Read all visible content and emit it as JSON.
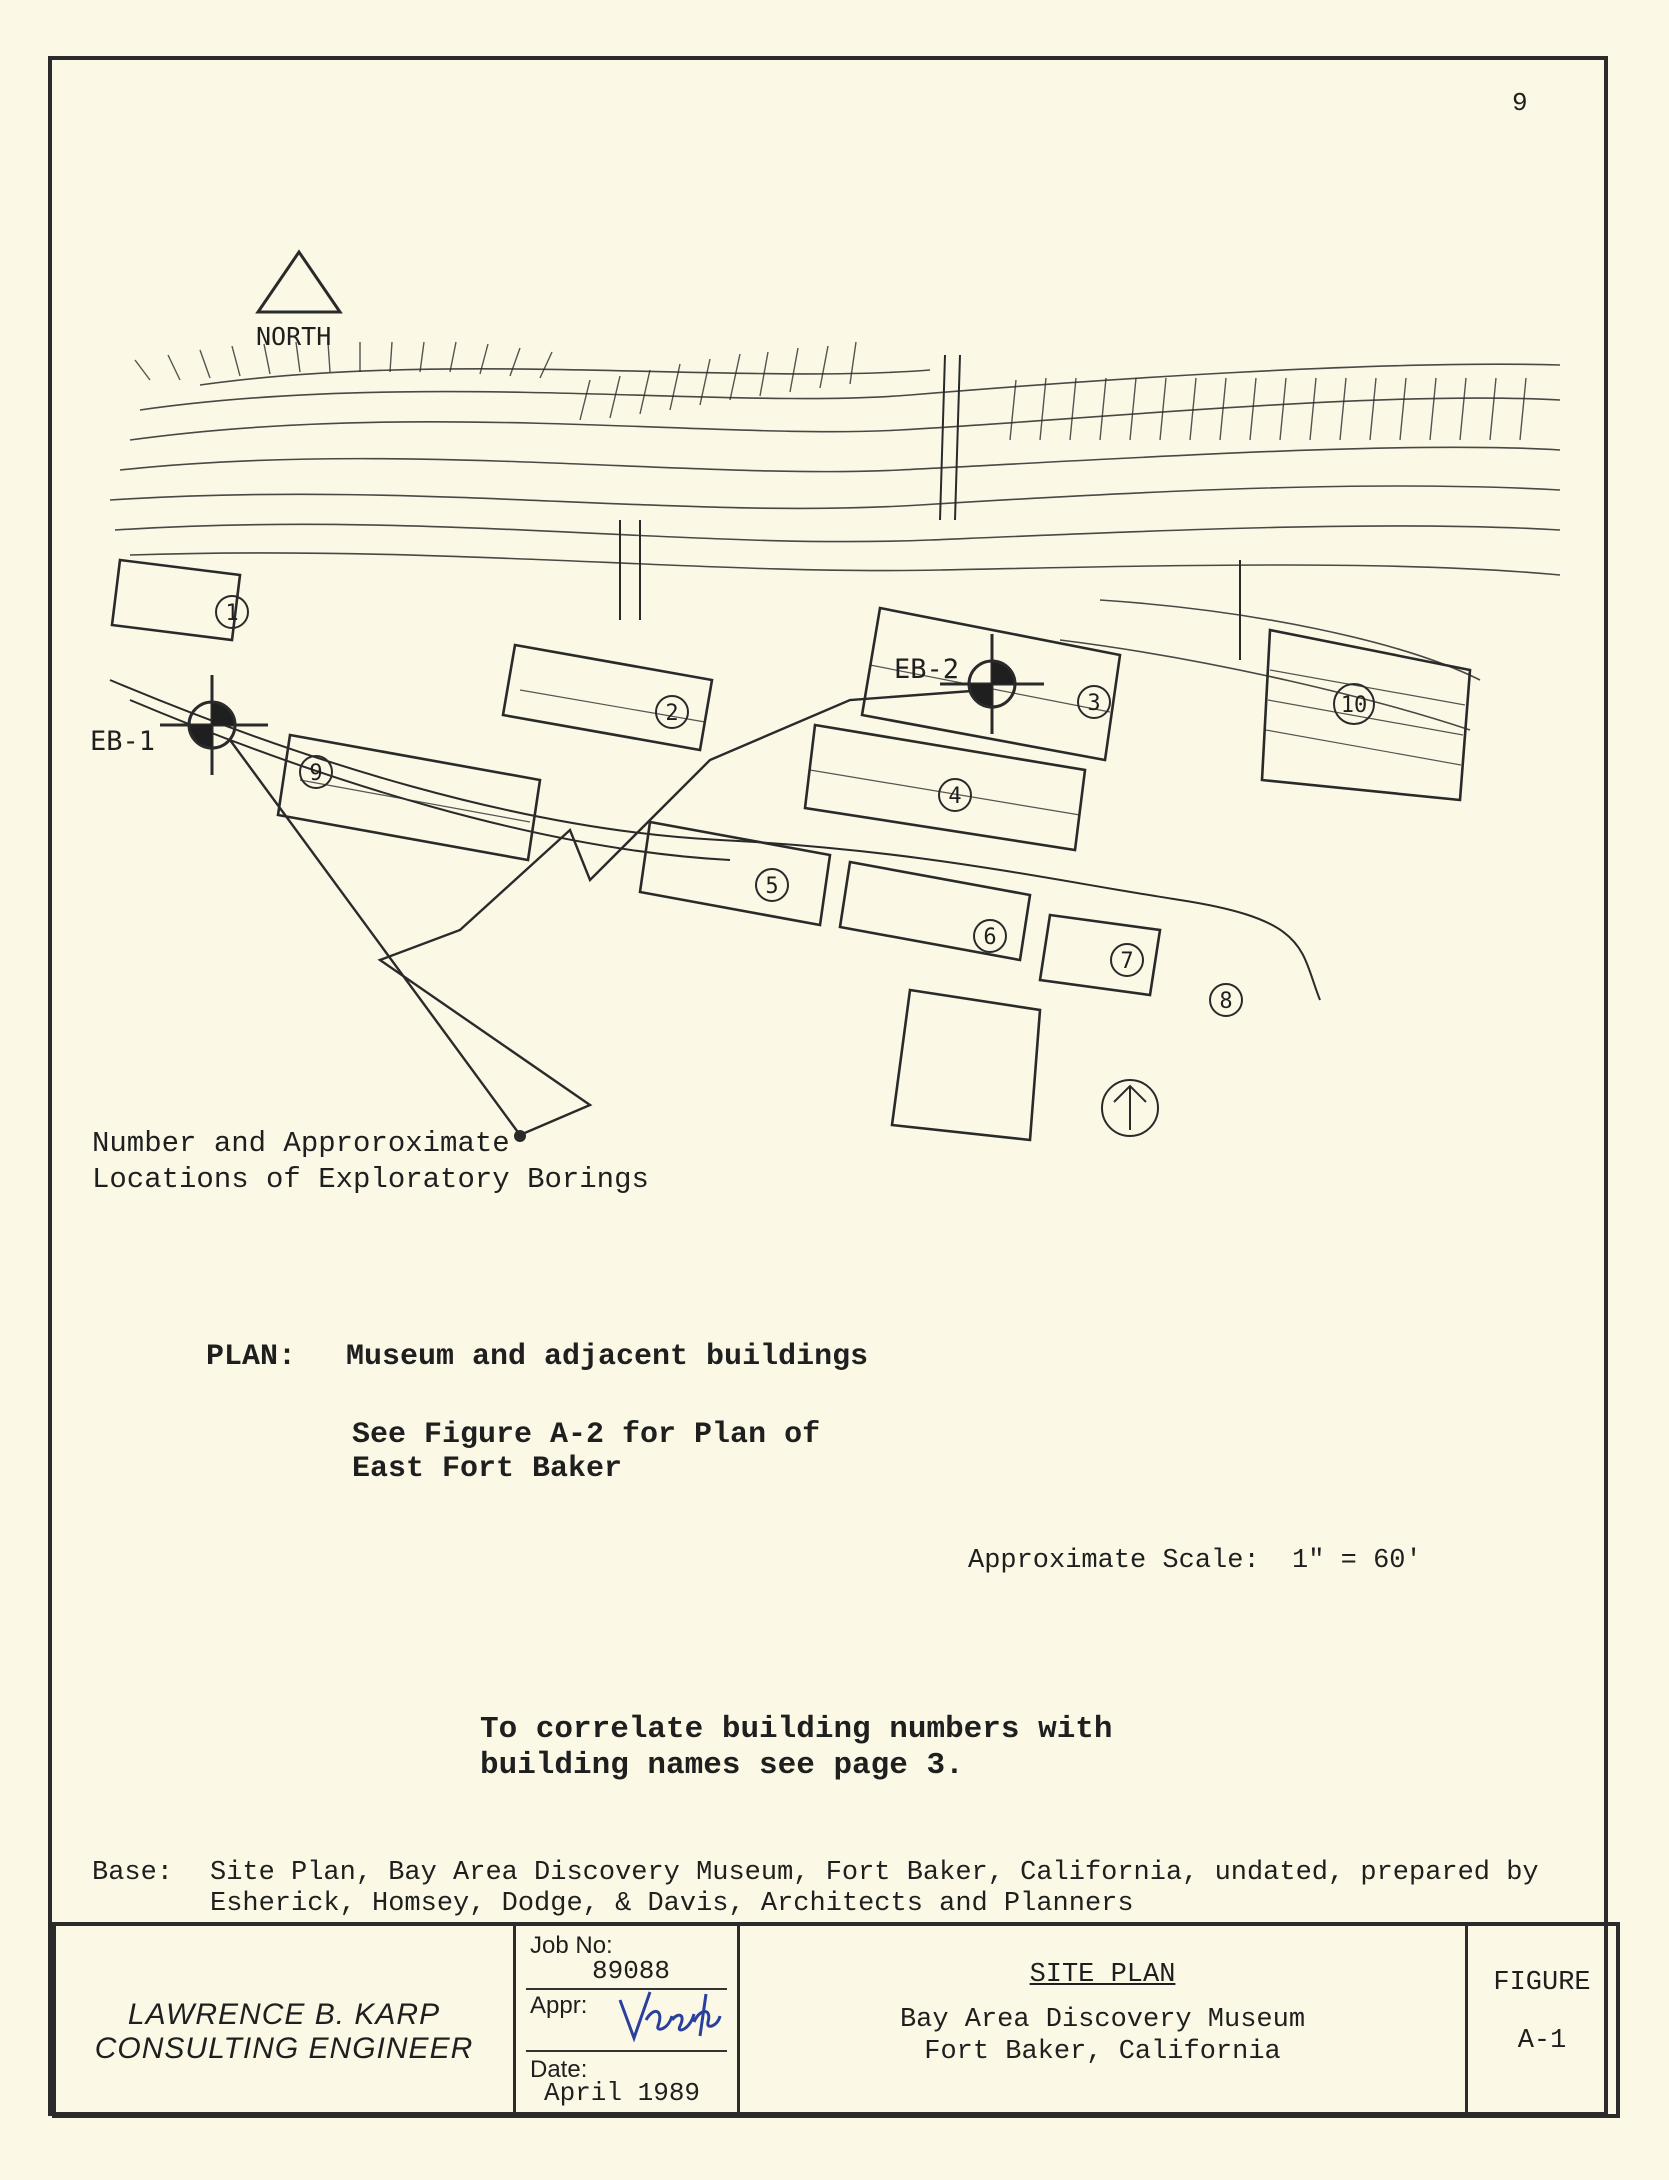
{
  "page_number": "9",
  "north_label": "NORTH",
  "borings": [
    {
      "id": "EB-1"
    },
    {
      "id": "EB-2"
    }
  ],
  "building_numbers": [
    "1",
    "2",
    "3",
    "4",
    "5",
    "6",
    "7",
    "8",
    "9",
    "10"
  ],
  "borings_label": {
    "line1": "Number and Approroximate",
    "line2": "Locations of Exploratory Borings"
  },
  "plan": {
    "label": "PLAN:",
    "title": "Museum and adjacent buildings",
    "ref_line1": "See Figure A-2 for Plan of",
    "ref_line2": "East Fort Baker"
  },
  "scale_text": "Approximate Scale:  1\" = 60'",
  "correlate": {
    "line1": "To correlate building numbers with",
    "line2": "building names see page 3."
  },
  "base_note": {
    "label": "Base:",
    "line1": "Site Plan, Bay Area Discovery Museum, Fort Baker, California, undated, prepared by",
    "line2": "Esherick, Homsey, Dodge, & Davis, Architects and Planners"
  },
  "title_block": {
    "firm_line1": "LAWRENCE B. KARP",
    "firm_line2": "CONSULTING ENGINEER",
    "job_label": "Job No:",
    "job_no": "89088",
    "appr_label": "Appr:",
    "date_label": "Date:",
    "date": "April 1989",
    "drawing_title": "SITE PLAN",
    "project_line1": "Bay Area Discovery Museum",
    "project_line2": "Fort Baker, California",
    "figure_label": "FIGURE",
    "figure_no": "A-1"
  },
  "colors": {
    "paper": "#fbf9e6",
    "ink": "#1f1f1f",
    "signature": "#2a3f9e"
  }
}
